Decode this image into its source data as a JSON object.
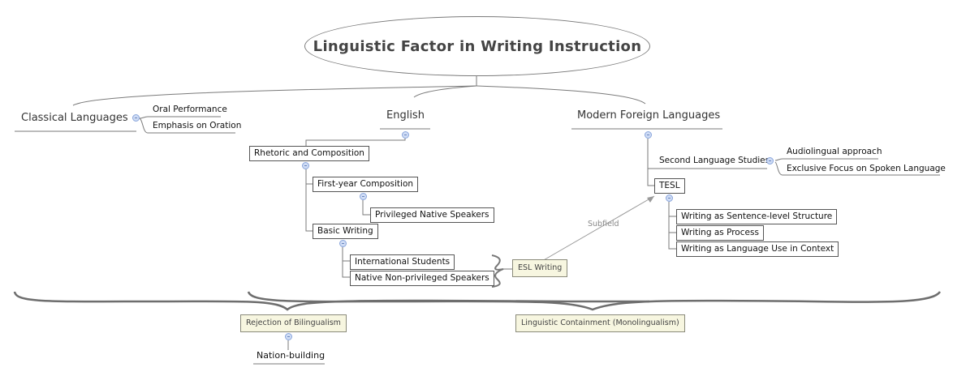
{
  "central_topic": {
    "label": "Linguistic Factor in Writing Instruction"
  },
  "main_topics": [
    {
      "label": "Classical Languages",
      "children": [
        {
          "label": "Oral Performance"
        },
        {
          "label": "Emphasis on Oration"
        }
      ]
    },
    {
      "label": "English",
      "children": [
        {
          "label": "Rhetoric and Composition",
          "children": [
            {
              "label": "First-year Composition",
              "children": [
                {
                  "label": "Privileged Native Speakers"
                }
              ]
            },
            {
              "label": "Basic Writing",
              "children": [
                {
                  "label": "International Students"
                },
                {
                  "label": "Native Non-privileged Speakers"
                }
              ]
            }
          ]
        }
      ]
    },
    {
      "label": "Modern Foreign Languages",
      "children": [
        {
          "label": "Second Language Studies",
          "children": [
            {
              "label": "Audiolingual approach"
            },
            {
              "label": "Exclusive Focus on Spoken Language"
            }
          ]
        },
        {
          "label": "TESL",
          "children": [
            {
              "label": "Writing as Sentence-level Structure"
            },
            {
              "label": "Writing as Process"
            },
            {
              "label": "Writing as Language Use in Context"
            }
          ]
        }
      ]
    }
  ],
  "summaries": [
    {
      "label": "ESL Writing"
    },
    {
      "label": "Rejection of Bilingualism",
      "children": [
        {
          "label": "Nation-building"
        }
      ]
    },
    {
      "label": "Linguistic Containment (Monolingualism)"
    }
  ],
  "relationships": [
    {
      "from": "ESL Writing",
      "to": "TESL",
      "label": "Subfield"
    }
  ],
  "colors": {
    "line": "#7a7a7a",
    "summary_fill": "#f7f6e0",
    "collapse_fill": "#cfdcf5",
    "collapse_border": "#8aa6dc"
  }
}
